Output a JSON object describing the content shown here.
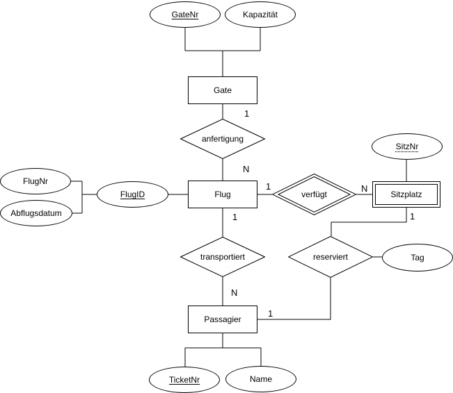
{
  "diagram_type": "er-diagram",
  "colors": {
    "stroke": "#000000",
    "background": "#ffffff",
    "text": "#000000"
  },
  "nodes": {
    "gate": {
      "label": "Gate",
      "type": "entity"
    },
    "flug": {
      "label": "Flug",
      "type": "entity"
    },
    "sitzplatz": {
      "label": "Sitzplatz",
      "type": "weak-entity"
    },
    "passagier": {
      "label": "Passagier",
      "type": "entity"
    },
    "anfertigung": {
      "label": "anfertigung",
      "type": "relationship"
    },
    "verfuegt": {
      "label": "verfügt",
      "type": "identifying-relationship"
    },
    "transportiert": {
      "label": "transportiert",
      "type": "relationship"
    },
    "reserviert": {
      "label": "reserviert",
      "type": "relationship"
    },
    "gatenr": {
      "label": "GateNr",
      "type": "key-attribute"
    },
    "kapazitaet": {
      "label": "Kapazität",
      "type": "attribute"
    },
    "flugnr": {
      "label": "FlugNr",
      "type": "attribute"
    },
    "abflugsdatum": {
      "label": "Abflugsdatum",
      "type": "attribute"
    },
    "flugid": {
      "label": "FlugID",
      "type": "key-attribute"
    },
    "sitznr": {
      "label": "SitzNr",
      "type": "partial-key-attribute"
    },
    "tag": {
      "label": "Tag",
      "type": "attribute"
    },
    "ticketnr": {
      "label": "TicketNr",
      "type": "key-attribute"
    },
    "name": {
      "label": "Name",
      "type": "attribute"
    }
  },
  "cardinalities": {
    "gate_anfertigung": "1",
    "anfertigung_flug": "N",
    "flug_verfuegt": "1",
    "verfuegt_sitzplatz": "N",
    "sitzplatz_reserviert": "1",
    "flug_transportiert": "1",
    "transportiert_passagier": "N",
    "passagier_reserviert": "1"
  }
}
